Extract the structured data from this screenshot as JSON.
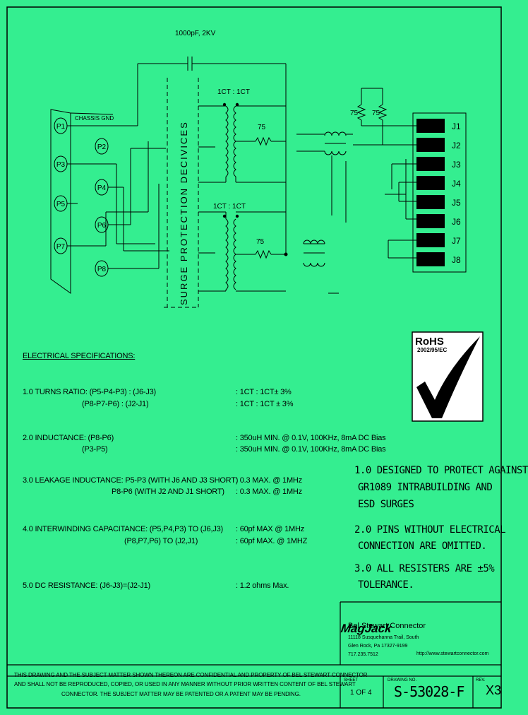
{
  "schematic": {
    "capacitor_label": "1000pF, 2KV",
    "chassis_label": "CHASSIS GND",
    "surge_label": "SURGE PROTECTION DECIVICES",
    "ct_top": "1CT : 1CT",
    "ct_bottom": "1CT : 1CT",
    "res_top": "75",
    "res_bottom": "75",
    "res_a": "75",
    "res_b": "75",
    "pins_left": [
      "P1",
      "P2",
      "P3",
      "P4",
      "P5",
      "P6",
      "P7",
      "P8"
    ],
    "jacks": [
      "J1",
      "J2",
      "J3",
      "J4",
      "J5",
      "J6",
      "J7",
      "J8"
    ]
  },
  "rohs": {
    "title": "RoHS",
    "sub": "2002/95/EC"
  },
  "specs": {
    "heading": "ELECTRICAL SPECIFICATIONS:",
    "rows": [
      {
        "label": "1.0  TURNS RATIO: (P5-P4-P3) : (J6-J3)",
        "value": ":  1CT : 1CT± 3%"
      },
      {
        "label": "(P8-P7-P6) : (J2-J1)",
        "value": ":  1CT : 1CT ± 3%"
      },
      {
        "label": "2.0  INDUCTANCE:  (P8-P6)",
        "value": ":  350uH MIN. @ 0.1V, 100KHz, 8mA DC Bias"
      },
      {
        "label": "(P3-P5)",
        "value": ":  350uH MIN. @ 0.1V, 100KHz, 8mA DC Bias"
      },
      {
        "label": "3.0  LEAKAGE INDUCTANCE:   P5-P3 (WITH J6 AND J3 SHORT)",
        "value": ":  0.3 MAX. @ 1MHz"
      },
      {
        "label": "P8-P6 (WITH J2 AND J1 SHORT)",
        "value": ":  0.3 MAX. @ 1MHz"
      },
      {
        "label": "4.0  INTERWINDING CAPACITANCE:  (P5,P4,P3) TO (J6,J3)",
        "value": ":  60pf MAX @ 1MHz"
      },
      {
        "label": "(P8,P7,P6) TO (J2,J1)",
        "value": ":  60pf MAX. @ 1MHZ"
      },
      {
        "label": "5.0  DC RESISTANCE:  (J6-J3)=(J2-J1)",
        "value": ":  1.2 ohms Max."
      }
    ]
  },
  "notes": [
    "1.0 DESIGNED TO PROTECT AGAINST",
    "GR1089 INTRABUILDING AND",
    "ESD SURGES",
    "2.0 PINS WITHOUT ELECTRICAL",
    "CONNECTION ARE OMITTED.",
    "3.0 ALL RESISTERS ARE ±5%",
    "TOLERANCE."
  ],
  "company": {
    "name": "Bel Stewart Connector",
    "addr1": "11118 Susquehanna Trail, South",
    "addr2": "Glen Rock, Pa  17327-9199",
    "addr3": "717.235.7512",
    "logo": "MagJack",
    "url": "http://www.stewartconnector.com"
  },
  "disclaimer": [
    "THIS DRAWING AND THE SUBJECT MATTER SHOWN THEREON ARE CONFIDENTIAL AND PROPERTY OF BEL STEWART CONNECTOR",
    "AND SHALL NOT BE REPRODUCED, COPIED, OR USED IN ANY MANNER WITHOUT PRIOR WRITTEN CONTENT OF BEL STEWART",
    "CONNECTOR.  THE SUBJECT MATTER MAY BE PATENTED OR A PATENT MAY BE PENDING."
  ],
  "titleblock": {
    "sheet_label": "SHEET",
    "sheet_value": "1 OF 4",
    "drawing_label": "DRAWING NO.",
    "drawing_value": "S-53028-F",
    "rev_label": "REV.",
    "rev_value": "X3"
  }
}
